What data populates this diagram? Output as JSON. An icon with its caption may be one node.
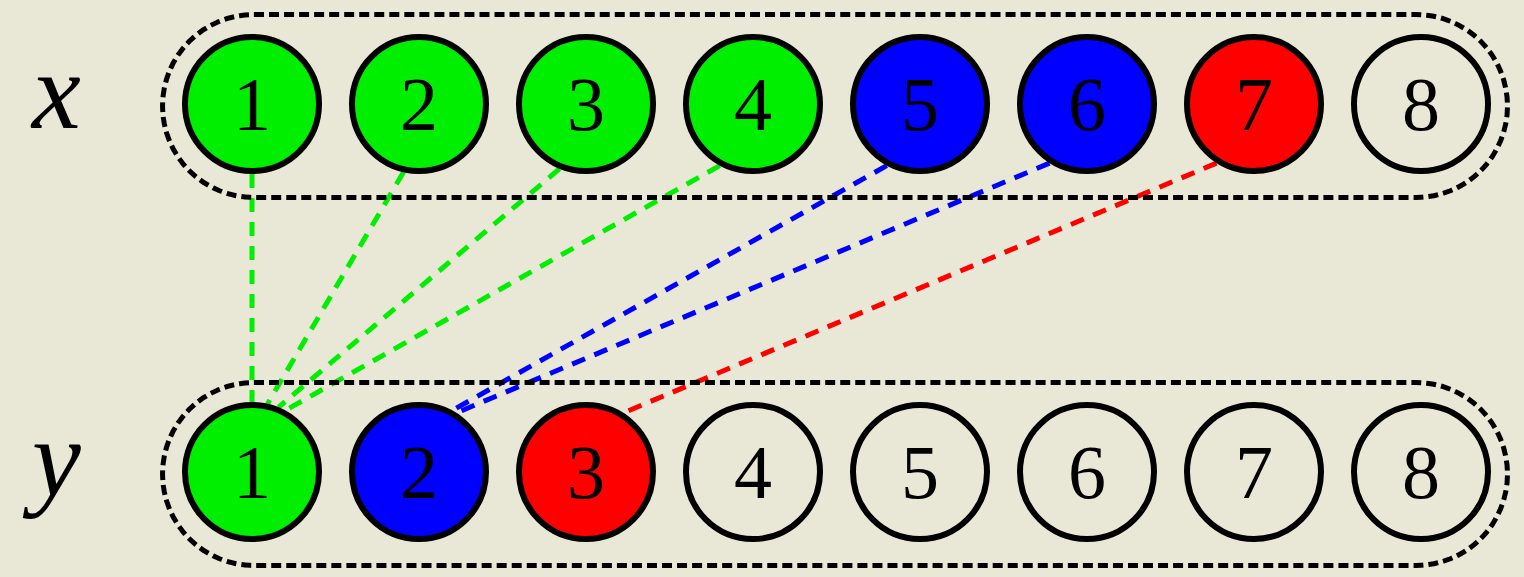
{
  "diagram": {
    "nodes": [
      {
        "text": [
          "x"
        ]
      },
      {
        "text": [
          "1"
        ],
        "in": 0
      },
      {
        "text": [
          "2"
        ],
        "in": 0
      },
      {
        "text": [
          "3"
        ],
        "in": 0
      },
      {
        "text": [
          "4"
        ],
        "in": 0
      },
      {
        "text": [
          "5"
        ],
        "in": 0
      },
      {
        "text": [
          "6"
        ],
        "in": 0
      },
      {
        "text": [
          "7"
        ],
        "in": 0
      },
      {
        "text": [
          "8"
        ],
        "in": 0
      },
      {
        "text": [
          "y"
        ]
      },
      {
        "text": [
          "1"
        ],
        "in": 9
      },
      {
        "text": [
          "2"
        ],
        "in": 9
      },
      {
        "text": [
          "3"
        ],
        "in": 9
      },
      {
        "text": [
          "4"
        ],
        "in": 9
      },
      {
        "text": [
          "5"
        ],
        "in": 9
      },
      {
        "text": [
          "6"
        ],
        "in": 9
      },
      {
        "text": [
          "7"
        ],
        "in": 9
      },
      {
        "text": [
          "8"
        ],
        "in": 9
      }
    ],
    "edges": [
      {
        "from": 1,
        "to": 10,
        "arrow": "none",
        "style": "dashed",
        "color": "#00ee00"
      },
      {
        "from": 2,
        "to": 10,
        "arrow": "none",
        "style": "dashed",
        "color": "#00ee00"
      },
      {
        "from": 3,
        "to": 10,
        "arrow": "none",
        "style": "dashed",
        "color": "#00ee00"
      },
      {
        "from": 4,
        "to": 10,
        "arrow": "none",
        "style": "dashed",
        "color": "#00ee00"
      },
      {
        "from": 5,
        "to": 11,
        "arrow": "none",
        "style": "dashed",
        "color": "#0000ff"
      },
      {
        "from": 6,
        "to": 11,
        "arrow": "none",
        "style": "dashed",
        "color": "#0000ff"
      },
      {
        "from": 7,
        "to": 12,
        "arrow": "none",
        "style": "dashed",
        "color": "#ff0000"
      }
    ]
  }
}
